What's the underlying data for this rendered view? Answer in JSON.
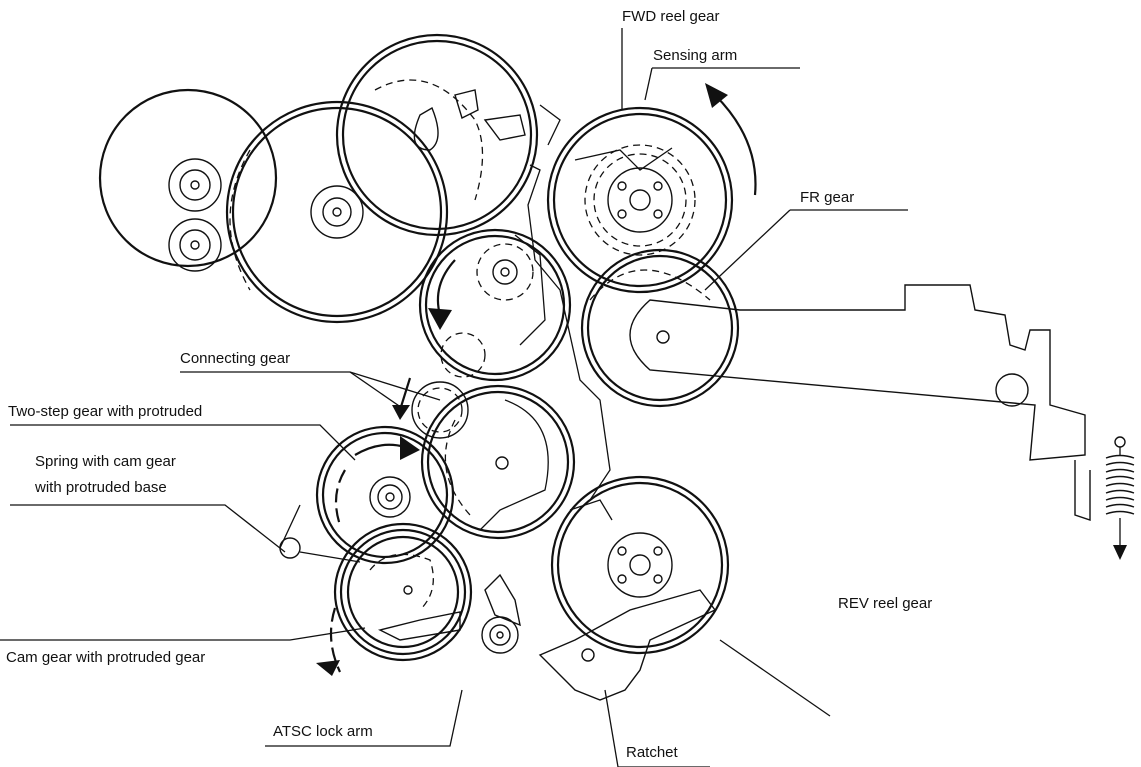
{
  "labels": {
    "fwd_reel_gear": "FWD reel gear",
    "sensing_arm": "Sensing arm",
    "fr_gear": "FR gear",
    "connecting_gear": "Connecting gear",
    "two_step_gear": "Two-step gear with protruded",
    "spring_line1": "Spring with cam gear",
    "spring_line2": "with protruded base",
    "rev_reel_gear": "REV reel gear",
    "cam_gear": "Cam gear with protruded gear",
    "atsc_lock_arm": "ATSC lock arm",
    "ratchet": "Ratchet"
  },
  "colors": {
    "ink": "#111111",
    "background": "#ffffff"
  }
}
